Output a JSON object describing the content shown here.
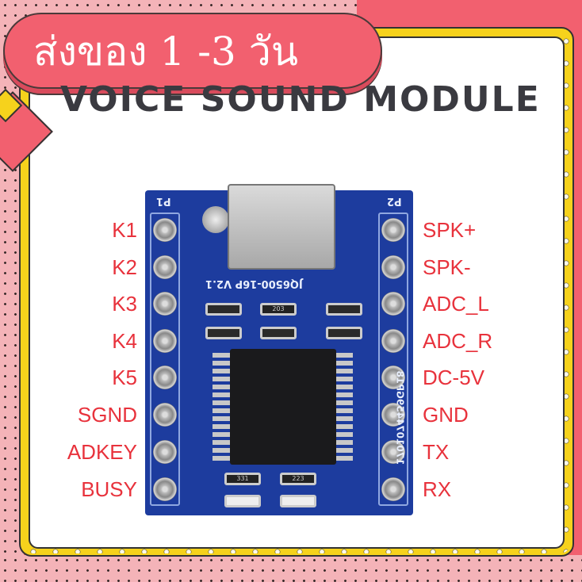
{
  "banner": {
    "text": "ส่งของ 1 -3 วัน"
  },
  "title": "VOICE SOUND MODULE",
  "pins_left": [
    "K1",
    "K2",
    "K3",
    "K4",
    "K5",
    "SGND",
    "ADKEY",
    "BUSY"
  ],
  "pins_right": [
    "SPK+",
    "SPK-",
    "ADC_L",
    "ADC_R",
    "DC-5V",
    "GND",
    "TX",
    "RX"
  ],
  "board": {
    "header_left": "P1",
    "header_right": "P2",
    "model": "JQ6500-16P V2.1",
    "chip_code": "1701074459GP18",
    "resistor_1": "331",
    "resistor_2": "223",
    "resistor_3": "203"
  },
  "colors": {
    "background": "#f2606f",
    "frame": "#f6d21c",
    "label": "#e8323c",
    "board": "#1d3c9e"
  }
}
